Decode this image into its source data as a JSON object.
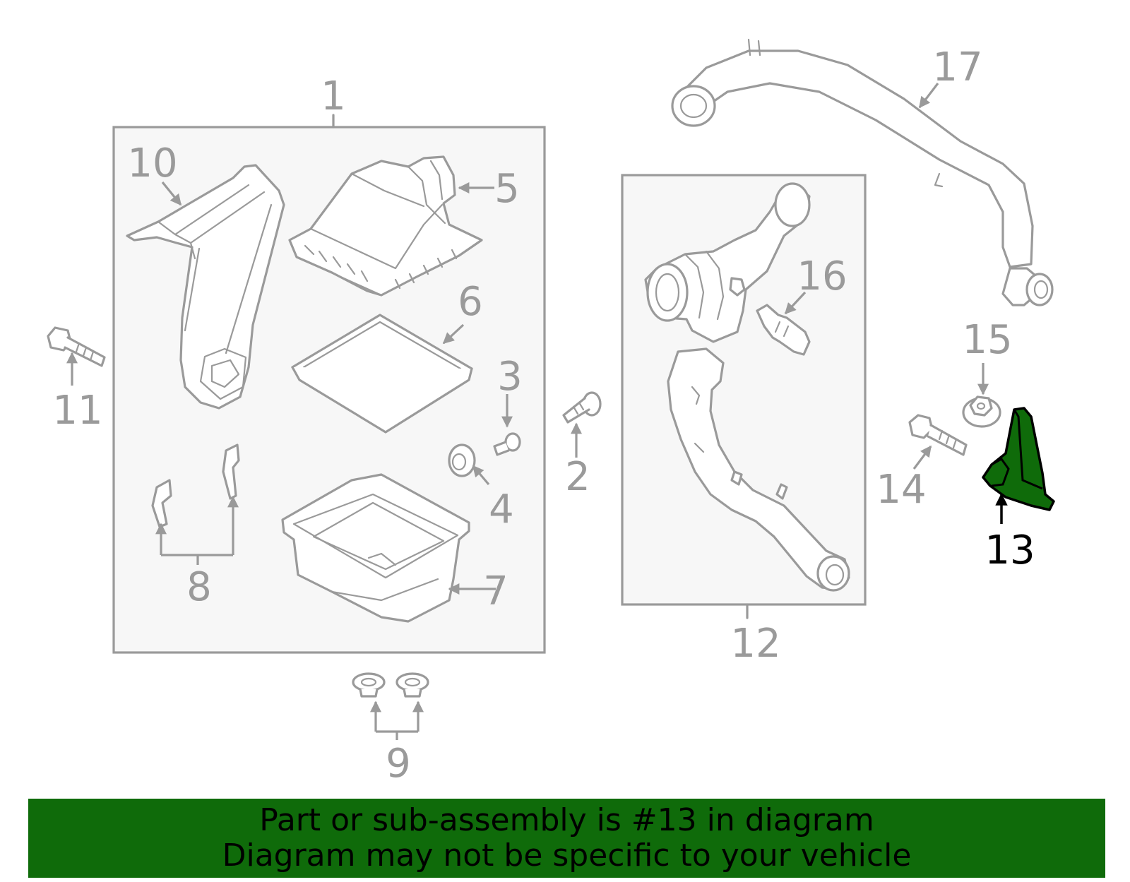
{
  "labels": {
    "l1": "1",
    "l2": "2",
    "l3": "3",
    "l4": "4",
    "l5": "5",
    "l6": "6",
    "l7": "7",
    "l8": "8",
    "l9": "9",
    "l10": "10",
    "l11": "11",
    "l12": "12",
    "l13": "13",
    "l14": "14",
    "l15": "15",
    "l16": "16",
    "l17": "17"
  },
  "highlight": {
    "part_number": "13",
    "color": "#0f6b0a"
  },
  "banner": {
    "line1": "Part or sub-assembly is #13 in diagram",
    "line2": "Diagram may not be specific to your vehicle"
  }
}
